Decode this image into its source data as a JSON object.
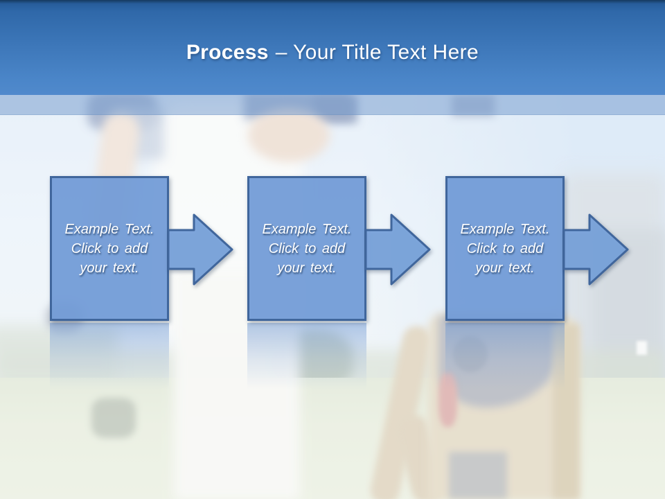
{
  "title": {
    "bold": "Process",
    "rest": "– Your Title Text Here"
  },
  "steps": [
    {
      "lines": [
        "Example Text.",
        "Click to add",
        "your text."
      ]
    },
    {
      "lines": [
        "Example Text.",
        "Click to add",
        "your text."
      ]
    },
    {
      "lines": [
        "Example Text.",
        "Click to add",
        "your text."
      ]
    }
  ],
  "colors": {
    "header_gradient_top": "#2f68a9",
    "header_gradient_bottom": "#5089cc",
    "box_fill": "#6f99d6",
    "box_border": "#40669c",
    "band_overlay": "rgba(112,152,204,0.5)",
    "text": "#ffffff"
  },
  "background_description": "faded photo of golfer with golf bag on course"
}
